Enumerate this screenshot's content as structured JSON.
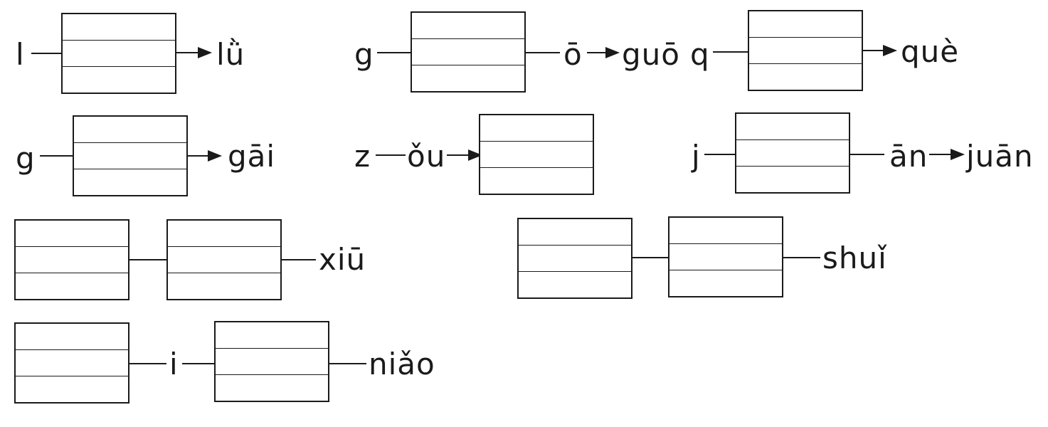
{
  "rows": [
    {
      "items": [
        {
          "initial": "l",
          "result": "lǜ"
        },
        {
          "initial": "g",
          "final": "ō",
          "result": "guō"
        },
        {
          "initial": "q",
          "result": "què"
        }
      ]
    },
    {
      "items": [
        {
          "initial": "g",
          "result": "gāi"
        },
        {
          "initial": "z",
          "final": "ǒu"
        },
        {
          "initial": "j",
          "final": "ān",
          "result": "juān"
        }
      ]
    },
    {
      "items": [
        {
          "result": "xiū"
        },
        {
          "result": "shuǐ"
        }
      ]
    },
    {
      "items": [
        {
          "medial": "i",
          "result": "niǎo"
        }
      ]
    }
  ]
}
